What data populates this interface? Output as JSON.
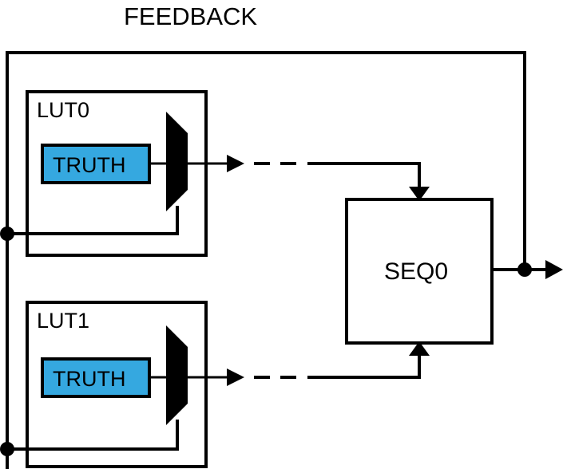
{
  "diagram": {
    "title": "FEEDBACK",
    "colors": {
      "line": "#000000",
      "background": "#ffffff",
      "truth_fill": "#35a8e0",
      "mux_fill": "#000000"
    },
    "blocks": {
      "lut0": {
        "label": "LUT0",
        "truth_label": "TRUTH",
        "mux_name": "multiplexer"
      },
      "lut1": {
        "label": "LUT1",
        "truth_label": "TRUTH",
        "mux_name": "multiplexer"
      },
      "seq0": {
        "label": "SEQ0"
      }
    },
    "signals": {
      "lut0_out": "LUT0 output to SEQ0 data input",
      "lut1_out": "LUT1 output to SEQ0 enable input",
      "seq0_out": "SEQ0 registered output",
      "feedback_bus": "FEEDBACK",
      "mux_select_lut0": "LUT0 mux select from feedback",
      "mux_select_lut1": "LUT1 mux select from feedback"
    }
  }
}
